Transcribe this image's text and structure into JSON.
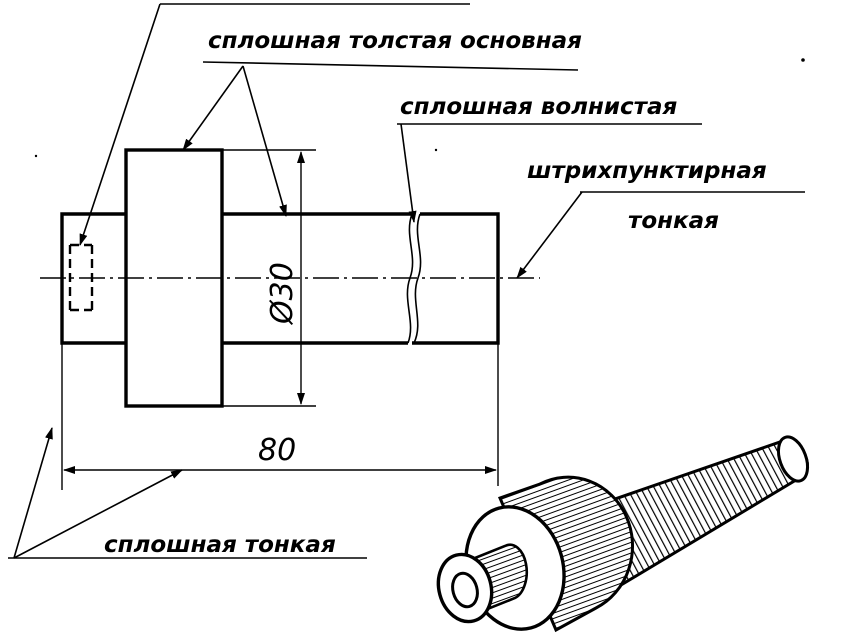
{
  "labels": {
    "thick_main": "сплошная толстая основная",
    "wavy": "сплошная волнистая",
    "dash_dot_1": "штрихпунктирная",
    "dash_dot_2": "тонкая",
    "thin": "сплошная тонкая"
  },
  "dimensions": {
    "diameter": "Ø30",
    "length": "80"
  },
  "colors": {
    "ink": "#000000",
    "paper": "#ffffff"
  }
}
